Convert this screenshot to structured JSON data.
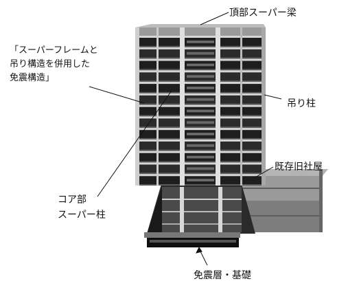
{
  "labels": {
    "top_super_beam": "頂部スーパー梁",
    "concept_line1": "「スーパーフレームと",
    "concept_line2": "吊り構造を併用した",
    "concept_line3": "免震構造」",
    "hanging_column": "吊り柱",
    "existing_building": "既存旧社屋",
    "core_line1": "コア部",
    "core_line2": "スーパー柱",
    "isolation_foundation": "免震層・基礎"
  }
}
